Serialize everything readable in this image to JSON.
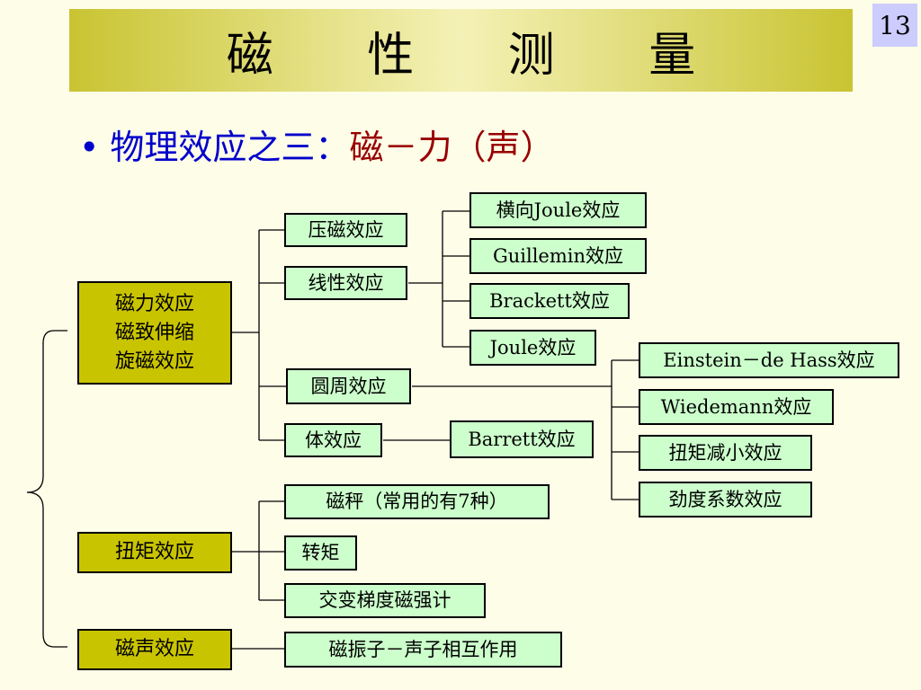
{
  "slide": {
    "title": "磁 性 测 量",
    "page_number": "13",
    "bullet": {
      "marker": "•",
      "prefix": "物理效应之三：",
      "topic": "磁－力（声）"
    }
  },
  "diagram": {
    "magnetoelastic": {
      "lines": [
        "磁力效应",
        "磁致伸缩",
        "旋磁效应"
      ],
      "children": [
        "压磁效应",
        "线性效应",
        "圆周效应",
        "体效应"
      ],
      "linear_effects": [
        "横向Joule效应",
        "Guillemin效应",
        "Brackett效应",
        "Joule效应"
      ],
      "circular_effects": [
        "Einstein－de Hass效应",
        "Wiedemann效应",
        "扭矩减小效应",
        "劲度系数效应"
      ],
      "volume_effect": "Barrett效应"
    },
    "torque": {
      "label": "扭矩效应",
      "children": [
        "磁秤（常用的有7种）",
        "转矩",
        "交变梯度磁强计"
      ]
    },
    "acoustic": {
      "label": "磁声效应",
      "child": "磁振子－声子相互作用"
    }
  },
  "colors": {
    "background": "#fefde8",
    "title_bar": "#c9c432",
    "category_box": "#c9c400",
    "leaf_box": "#ccffcc",
    "bullet_blue": "#0000cc",
    "bullet_red": "#990000",
    "page_badge": "#ccccff"
  }
}
